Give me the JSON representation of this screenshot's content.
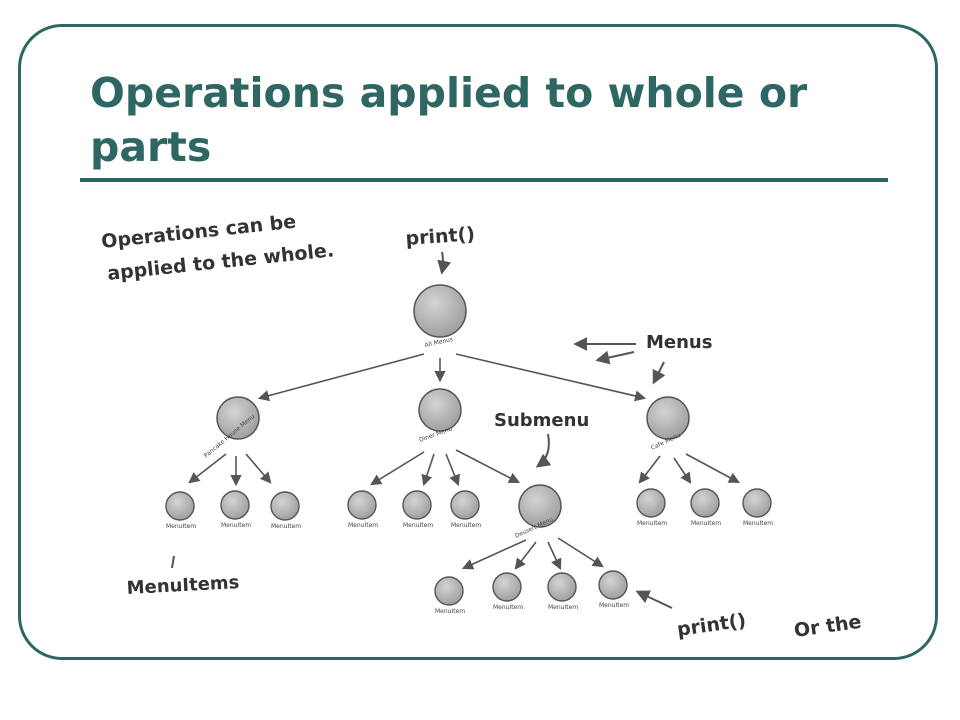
{
  "slide": {
    "title": "Operations applied to whole or parts"
  },
  "diagram": {
    "annotations": {
      "whole_note_line1": "Operations can be",
      "whole_note_line2": "applied to the whole.",
      "print_top": "print()",
      "menus": "Menus",
      "submenu": "Submenu",
      "menuitems": "MenuItems",
      "print_bottom": "print()",
      "or_the": "Or the"
    },
    "nodes": {
      "all_menus": "All Menus",
      "pancake_house_menu": "Pancake House Menu",
      "diner_menu": "Diner Menu",
      "cafe_menu": "Cafe Menu",
      "dessert_menu": "Dessert Menu",
      "menu_item": "MenuItem"
    },
    "colors": {
      "node_fill": "#b5b5b5",
      "node_stroke": "#555555",
      "line": "#555555",
      "accent": "#2e6663"
    }
  }
}
